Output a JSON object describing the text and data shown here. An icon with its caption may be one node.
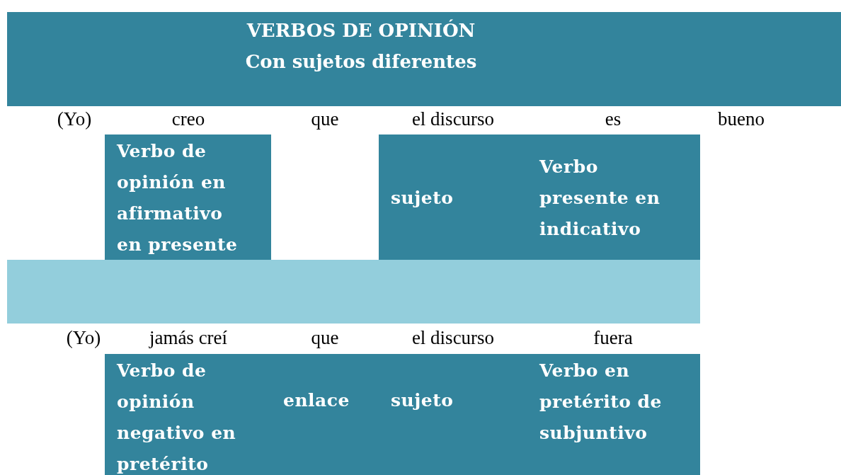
{
  "diagram": {
    "nodes": [
      {
        "text": [
          "VERBOS DE OPINIÓN",
          "Con sujetos diferentes"
        ]
      },
      {
        "text": [
          "Verbo de opinión en afirmativo en presente"
        ]
      },
      {
        "text": [
          "sujeto"
        ]
      },
      {
        "text": [
          "Verbo presente en indicativo"
        ]
      },
      {
        "text": [],
        "shape": "bar"
      },
      {
        "text": [
          "Verbo de opinión negativo en pretérito"
        ]
      },
      {
        "text": [
          "enlace"
        ]
      },
      {
        "text": [
          "sujeto"
        ]
      },
      {
        "text": [
          "Verbo en pretérito de subjuntivo"
        ]
      }
    ],
    "labels": [
      "(Yo)",
      "creo",
      "que",
      "el discurso",
      "es",
      "bueno",
      "(Yo)",
      "jamás creí",
      "que",
      "el discurso",
      "fuera"
    ]
  }
}
